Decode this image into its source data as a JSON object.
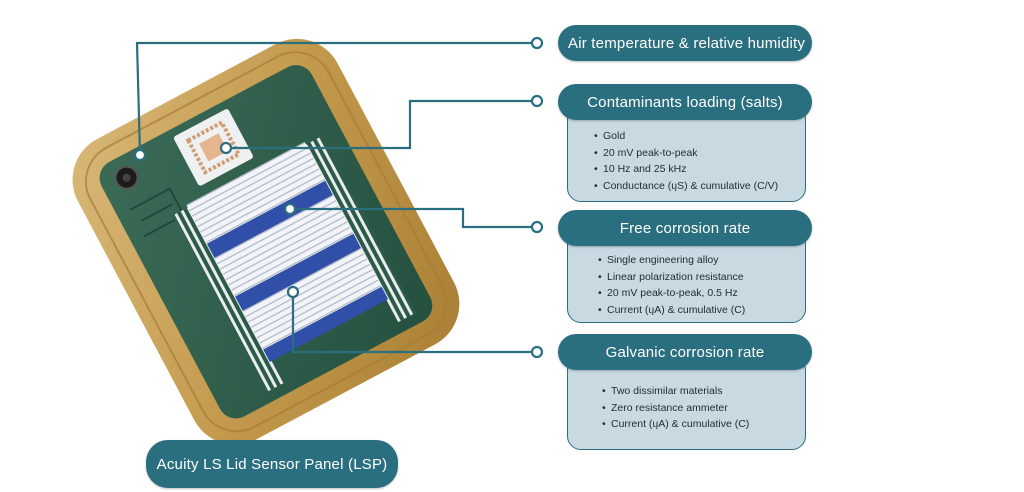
{
  "panel_label": "Acuity LS Lid Sensor Panel (LSP)",
  "callouts": [
    {
      "title": "Air temperature & relative humidity",
      "icon": "sensor-dot-icon",
      "bullets": []
    },
    {
      "title": "Contaminants loading (salts)",
      "icon": "sensor-dot-icon",
      "bullets": [
        "Gold",
        "20 mV peak-to-peak",
        "10 Hz and 25 kHz",
        "Conductance (ųS) & cumulative (C/V)"
      ]
    },
    {
      "title": "Free corrosion rate",
      "icon": "sensor-dot-icon",
      "bullets": [
        "Single engineering alloy",
        "Linear polarization resistance",
        "20 mV peak-to-peak, 0.5 Hz",
        "Current (ųA) & cumulative (C)"
      ]
    },
    {
      "title": "Galvanic corrosion rate",
      "icon": "sensor-dot-icon",
      "bullets": [
        "Two dissimilar materials",
        "Zero resistance ammeter",
        "Current (ųA) & cumulative (C)"
      ]
    }
  ],
  "colors": {
    "accent": "#2a6f7f",
    "card_fill": "#c9d9e2",
    "frame": "#c9a35a",
    "pcb": "#2f5f4f",
    "electrode_blue": "#2f4fa8"
  }
}
